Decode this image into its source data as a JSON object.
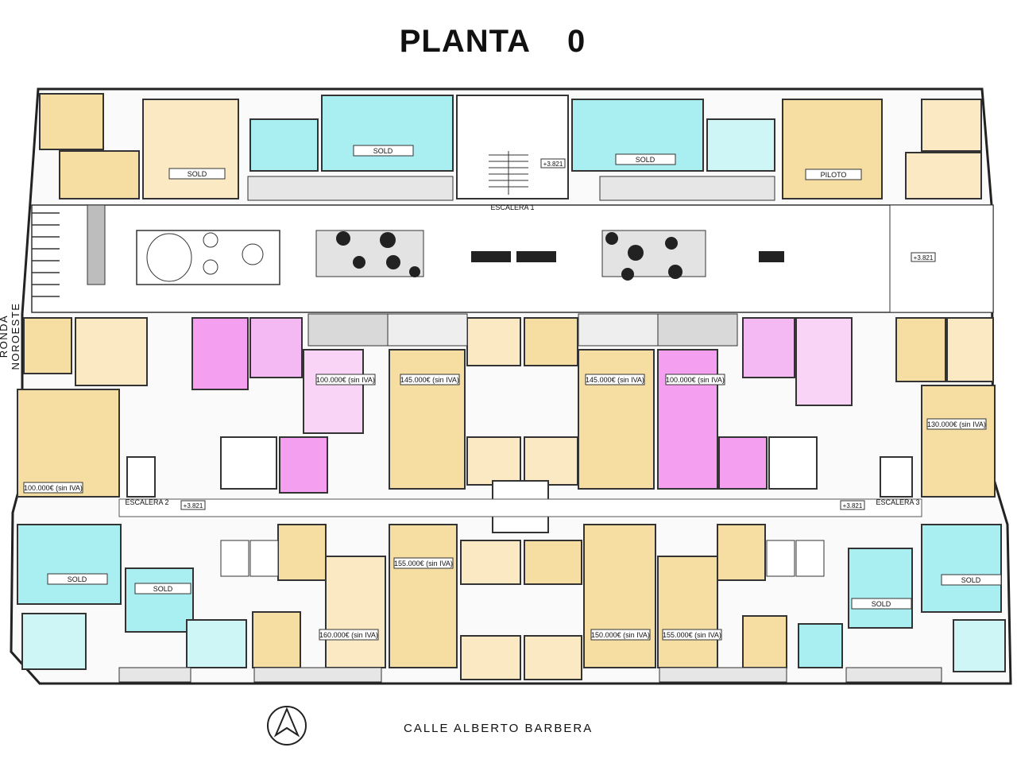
{
  "title": {
    "word": "PLANTA",
    "number": "0"
  },
  "street_south": "CALLE ALBERTO BARBERA",
  "street_west": "RONDA NOROESTE",
  "colors": {
    "yellow": "#f6dda2",
    "blue": "#a9eef0",
    "pink": "#f4a8f0",
    "wall": "#222222",
    "terrace": "#d9d9d9"
  },
  "stairs": [
    "ESCALERA 1",
    "ESCALERA 2",
    "ESCALERA 3"
  ],
  "levels": [
    "+3.821",
    "+3.821",
    "+3.821",
    "+3.821"
  ],
  "labels": {
    "sold": "SOLD",
    "piloto": "PILOTO",
    "p100a": "100.000€ (sin IVA)",
    "p100b": "100.000€ (sin IVA)",
    "p100c": "100.000€ (sin IVA)",
    "p145a": "145.000€ (sin IVA)",
    "p145b": "145.000€ (sin IVA)",
    "p130": "130.000€ (sin IVA)",
    "p155a": "155.000€ (sin IVA)",
    "p155b": "155.000€ (sin IVA)",
    "p150": "150.000€ (sin IVA)",
    "p160": "160.000€ (sin IVA)"
  }
}
